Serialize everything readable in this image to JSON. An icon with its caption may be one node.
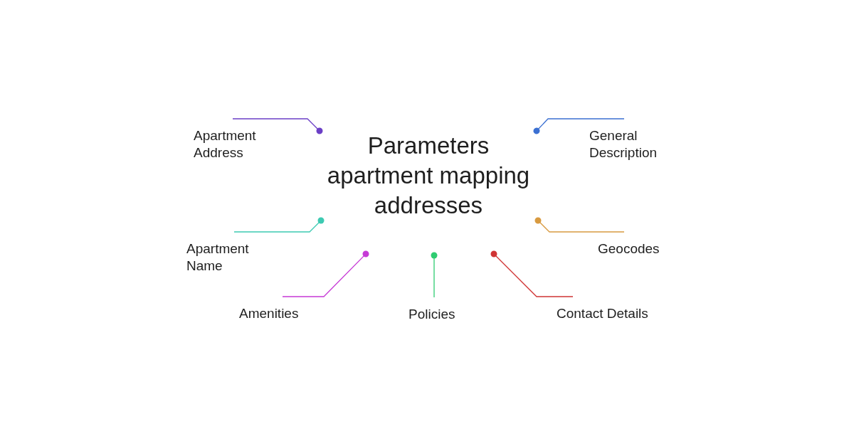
{
  "diagram": {
    "nodes": [
      {
        "text": [
          "Parameters apartment mapping addresses"
        ]
      },
      {
        "text": [
          "Apartment Address"
        ]
      },
      {
        "text": [
          "General Description"
        ]
      },
      {
        "text": [
          "Apartment Name"
        ]
      },
      {
        "text": [
          "Geocodes"
        ]
      },
      {
        "text": [
          "Amenities"
        ]
      },
      {
        "text": [
          "Policies"
        ]
      },
      {
        "text": [
          "Contact Details"
        ]
      }
    ],
    "edges": [
      {
        "from": 0,
        "to": 1,
        "arrow": "other",
        "color": "#6b3fc6"
      },
      {
        "from": 0,
        "to": 2,
        "arrow": "other",
        "color": "#3b70d2"
      },
      {
        "from": 0,
        "to": 3,
        "arrow": "other",
        "color": "#3dcab2"
      },
      {
        "from": 0,
        "to": 4,
        "arrow": "other",
        "color": "#d89a40"
      },
      {
        "from": 0,
        "to": 5,
        "arrow": "other",
        "color": "#c63ad6"
      },
      {
        "from": 0,
        "to": 6,
        "arrow": "other",
        "color": "#2ecc71"
      },
      {
        "from": 0,
        "to": 7,
        "arrow": "other",
        "color": "#d03434"
      }
    ]
  }
}
